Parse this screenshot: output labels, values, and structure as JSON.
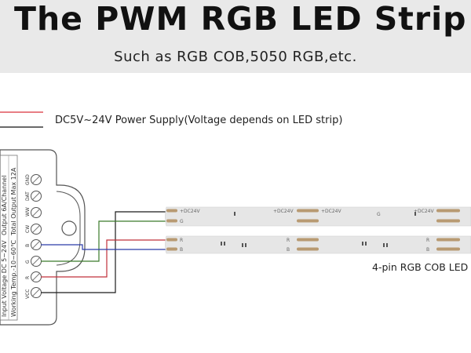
{
  "header": {
    "title": "The PWM RGB LED Strip",
    "subtitle": "Such as RGB COB,5050 RGB,etc."
  },
  "power_supply": {
    "label": "DC5V~24V Power Supply(Voltage depends on LED strip)",
    "wire_colors": {
      "positive": "#d9303a",
      "negative": "#111111"
    }
  },
  "controller": {
    "specs": [
      "Input Voltage DC 5~24V",
      "Working Temp.-10~60℃",
      "Output 6A/Channel",
      "Total Output Max 12A"
    ],
    "pins": [
      "GND",
      "DAT",
      "WW",
      "CW",
      "B",
      "G",
      "R",
      "VCC"
    ]
  },
  "wires": {
    "colors": {
      "black": "#1a1a1a",
      "green": "#3a7a2a",
      "red": "#c0303a",
      "blue": "#2a3aa8"
    }
  },
  "strip": {
    "label": "4-pin RGB COB LED",
    "top_pads": [
      "+DC24V",
      "G",
      "+DC24V",
      "+DC24V",
      "G",
      "+DC24V"
    ],
    "bottom_pads": [
      "R",
      "B",
      "R",
      "B",
      "R",
      "B"
    ],
    "colors": {
      "body": "#e6e6e6",
      "pad": "#b89a72"
    }
  }
}
